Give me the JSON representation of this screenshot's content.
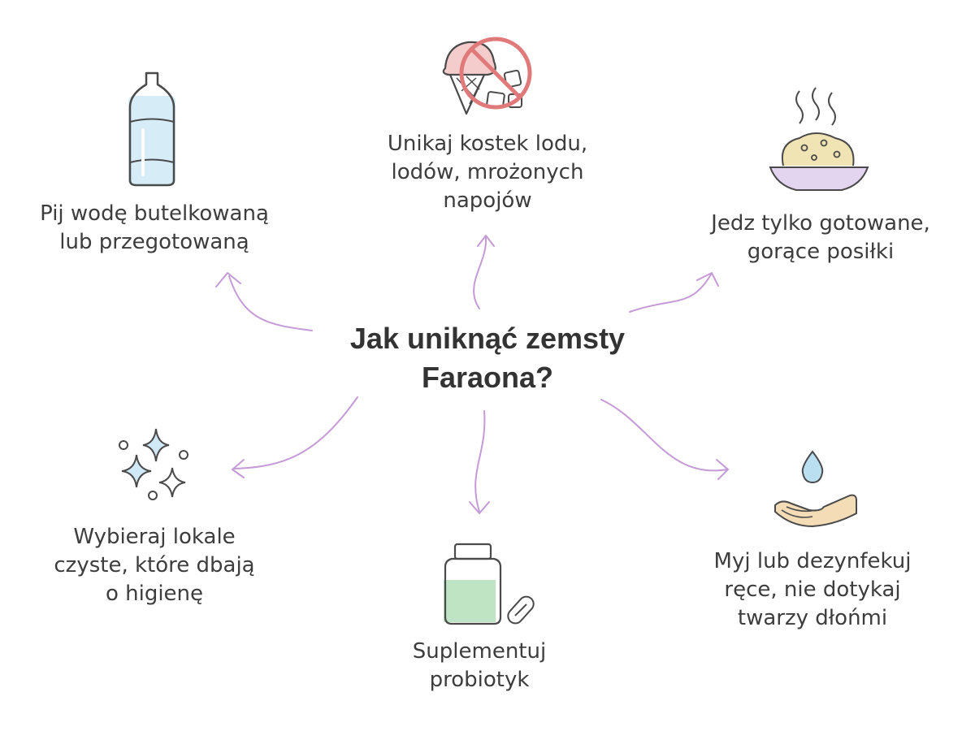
{
  "title": {
    "line1": "Jak uniknąć zemsty",
    "line2": "Faraona?"
  },
  "tips": [
    {
      "id": "water",
      "icon": "water-bottle-icon",
      "lines": [
        "Pij wodę butelkowaną",
        "lub przegotowaną"
      ]
    },
    {
      "id": "ice",
      "icon": "no-ice-cream-icon",
      "lines": [
        "Unikaj kostek lodu,",
        "lodów, mrożonych",
        "napojów"
      ]
    },
    {
      "id": "food",
      "icon": "hot-food-bowl-icon",
      "lines": [
        "Jedz tylko gotowane,",
        "gorące posiłki"
      ]
    },
    {
      "id": "clean",
      "icon": "sparkles-icon",
      "lines": [
        "Wybieraj lokale",
        "czyste, które dbają",
        "o higienę"
      ]
    },
    {
      "id": "probiotic",
      "icon": "probiotic-jar-icon",
      "lines": [
        "Suplementuj",
        "probiotyk"
      ]
    },
    {
      "id": "hands",
      "icon": "hand-water-drop-icon",
      "lines": [
        "Myj lub dezynfekuj",
        "ręce, nie dotykaj",
        "twarzy dłońmi"
      ]
    }
  ],
  "colors": {
    "arrow": "#c59ad6",
    "text": "#3d3d3d",
    "outline": "#4a4a4a",
    "bottle_fill": "#d6ecf7",
    "ice_cream_fill": "#f4cccc",
    "prohibit": "#e07a7a",
    "food_fill": "#f1e4b4",
    "bowl_fill": "#e3d4ef",
    "jar_fill": "#bfe4c4",
    "drop_fill": "#b9dff0",
    "hand_fill": "#f4dcb6",
    "sparkle_fill": "#cfe9f6"
  }
}
